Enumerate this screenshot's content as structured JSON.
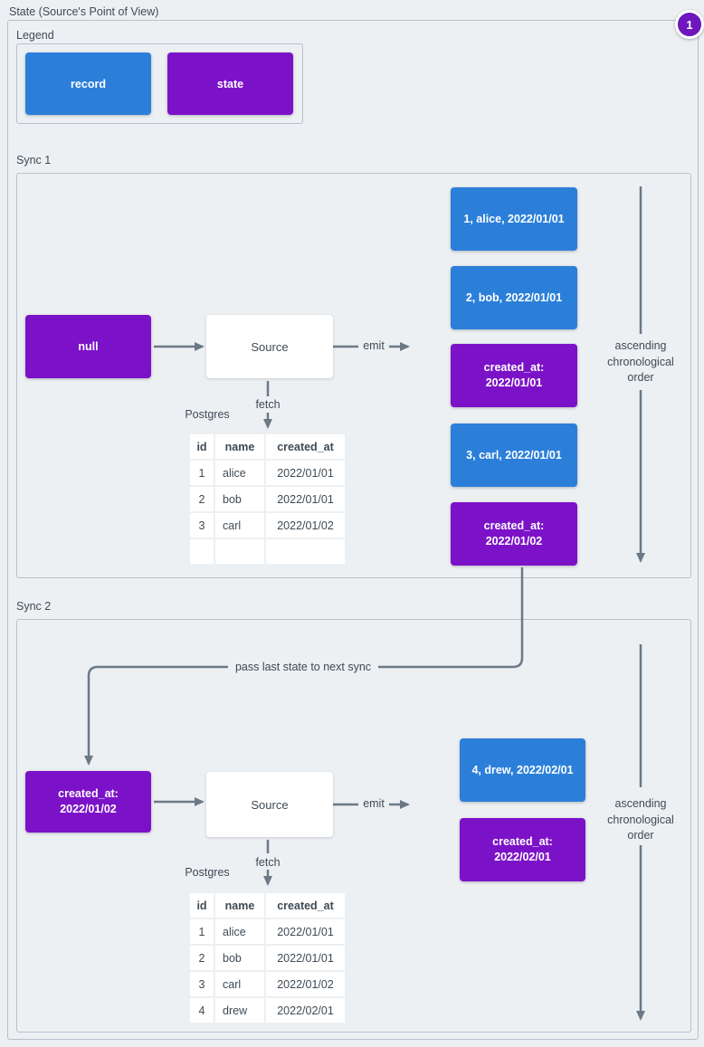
{
  "title": "State (Source's Point of View)",
  "badge": "1",
  "colors": {
    "record_blue": "#2b7fd9",
    "state_purple": "#7c12c8",
    "badge_purple": "#6d17bd",
    "connector_gray": "#6b7987",
    "frame_border": "#b7c1ca",
    "background": "#edf0f3",
    "text": "#3e4a54"
  },
  "legend": {
    "label": "Legend",
    "items": [
      {
        "type": "record",
        "label": "record"
      },
      {
        "type": "state",
        "label": "state"
      }
    ]
  },
  "pass_state_label": "pass last state to next sync",
  "sync1": {
    "label": "Sync 1",
    "input_state": "null",
    "source_label": "Source",
    "emit_label": "emit",
    "fetch_label": "fetch",
    "db_label": "Postgres",
    "ascending_label": "ascending\nchronological\norder",
    "emitted": [
      {
        "type": "record",
        "text": "1, alice, 2022/01/01"
      },
      {
        "type": "record",
        "text": "2, bob, 2022/01/01"
      },
      {
        "type": "state",
        "text": "created_at:\n2022/01/01"
      },
      {
        "type": "record",
        "text": "3, carl, 2022/01/01"
      },
      {
        "type": "state",
        "text": "created_at:\n2022/01/02"
      }
    ],
    "table": {
      "headers": [
        "id",
        "name",
        "created_at"
      ],
      "rows": [
        [
          "1",
          "alice",
          "2022/01/01"
        ],
        [
          "2",
          "bob",
          "2022/01/01"
        ],
        [
          "3",
          "carl",
          "2022/01/02"
        ],
        [
          "",
          "",
          ""
        ]
      ]
    }
  },
  "sync2": {
    "label": "Sync 2",
    "input_state": "created_at:\n2022/01/02",
    "source_label": "Source",
    "emit_label": "emit",
    "fetch_label": "fetch",
    "db_label": "Postgres",
    "ascending_label": "ascending\nchronological\norder",
    "emitted": [
      {
        "type": "record",
        "text": "4, drew, 2022/02/01"
      },
      {
        "type": "state",
        "text": "created_at:\n2022/02/01"
      }
    ],
    "table": {
      "headers": [
        "id",
        "name",
        "created_at"
      ],
      "rows": [
        [
          "1",
          "alice",
          "2022/01/01"
        ],
        [
          "2",
          "bob",
          "2022/01/01"
        ],
        [
          "3",
          "carl",
          "2022/01/02"
        ],
        [
          "4",
          "drew",
          "2022/02/01"
        ]
      ]
    }
  }
}
